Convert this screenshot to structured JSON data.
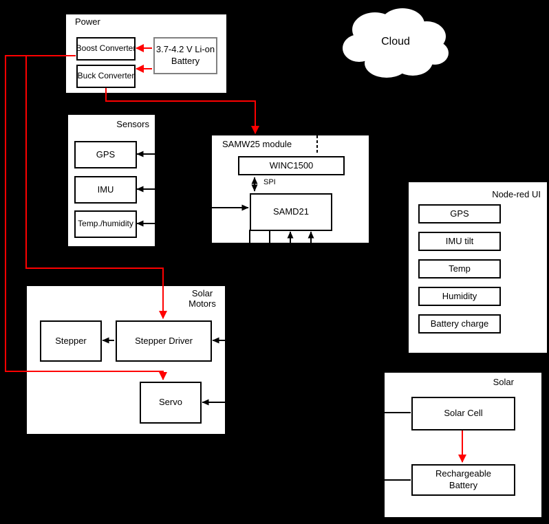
{
  "colors": {
    "background": "#000000",
    "node_fill": "#ffffff",
    "line_black": "#000000",
    "line_red": "#ff0000",
    "battery_border": "#808080"
  },
  "cloud": {
    "label": "Cloud"
  },
  "power": {
    "label": "Power",
    "boost_label": "Boost Converter",
    "buck_label": "Buck Converter",
    "battery_lines": [
      "3.7-4.2 V Li-on",
      "Battery"
    ]
  },
  "sensors": {
    "label": "Sensors",
    "items": [
      "GPS",
      "IMU",
      "Temp./humidity"
    ]
  },
  "samw25": {
    "label": "SAMW25 module",
    "winc_label": "WINC1500",
    "samd_label": "SAMD21",
    "bus_label": "SPI"
  },
  "nodered": {
    "label": "Node-red UI",
    "items": [
      "GPS",
      "IMU tilt",
      "Temp",
      "Humidity",
      "Battery charge"
    ]
  },
  "solar_motors": {
    "label": "Solar Motors",
    "stepper_label": "Stepper",
    "driver_label": "Stepper Driver",
    "servo_label": "Servo"
  },
  "solar": {
    "label": "Solar",
    "cell_label": "Solar Cell",
    "battery_lines": [
      "Rechargeable",
      "Battery"
    ]
  }
}
